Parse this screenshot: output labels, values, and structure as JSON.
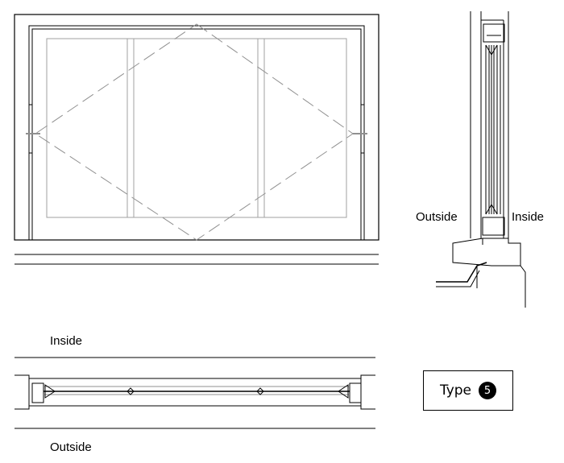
{
  "labels": {
    "section_outside": "Outside",
    "section_inside": "Inside",
    "plan_inside": "Inside",
    "plan_outside": "Outside"
  },
  "type_tag": {
    "label": "Type",
    "number": "5"
  }
}
